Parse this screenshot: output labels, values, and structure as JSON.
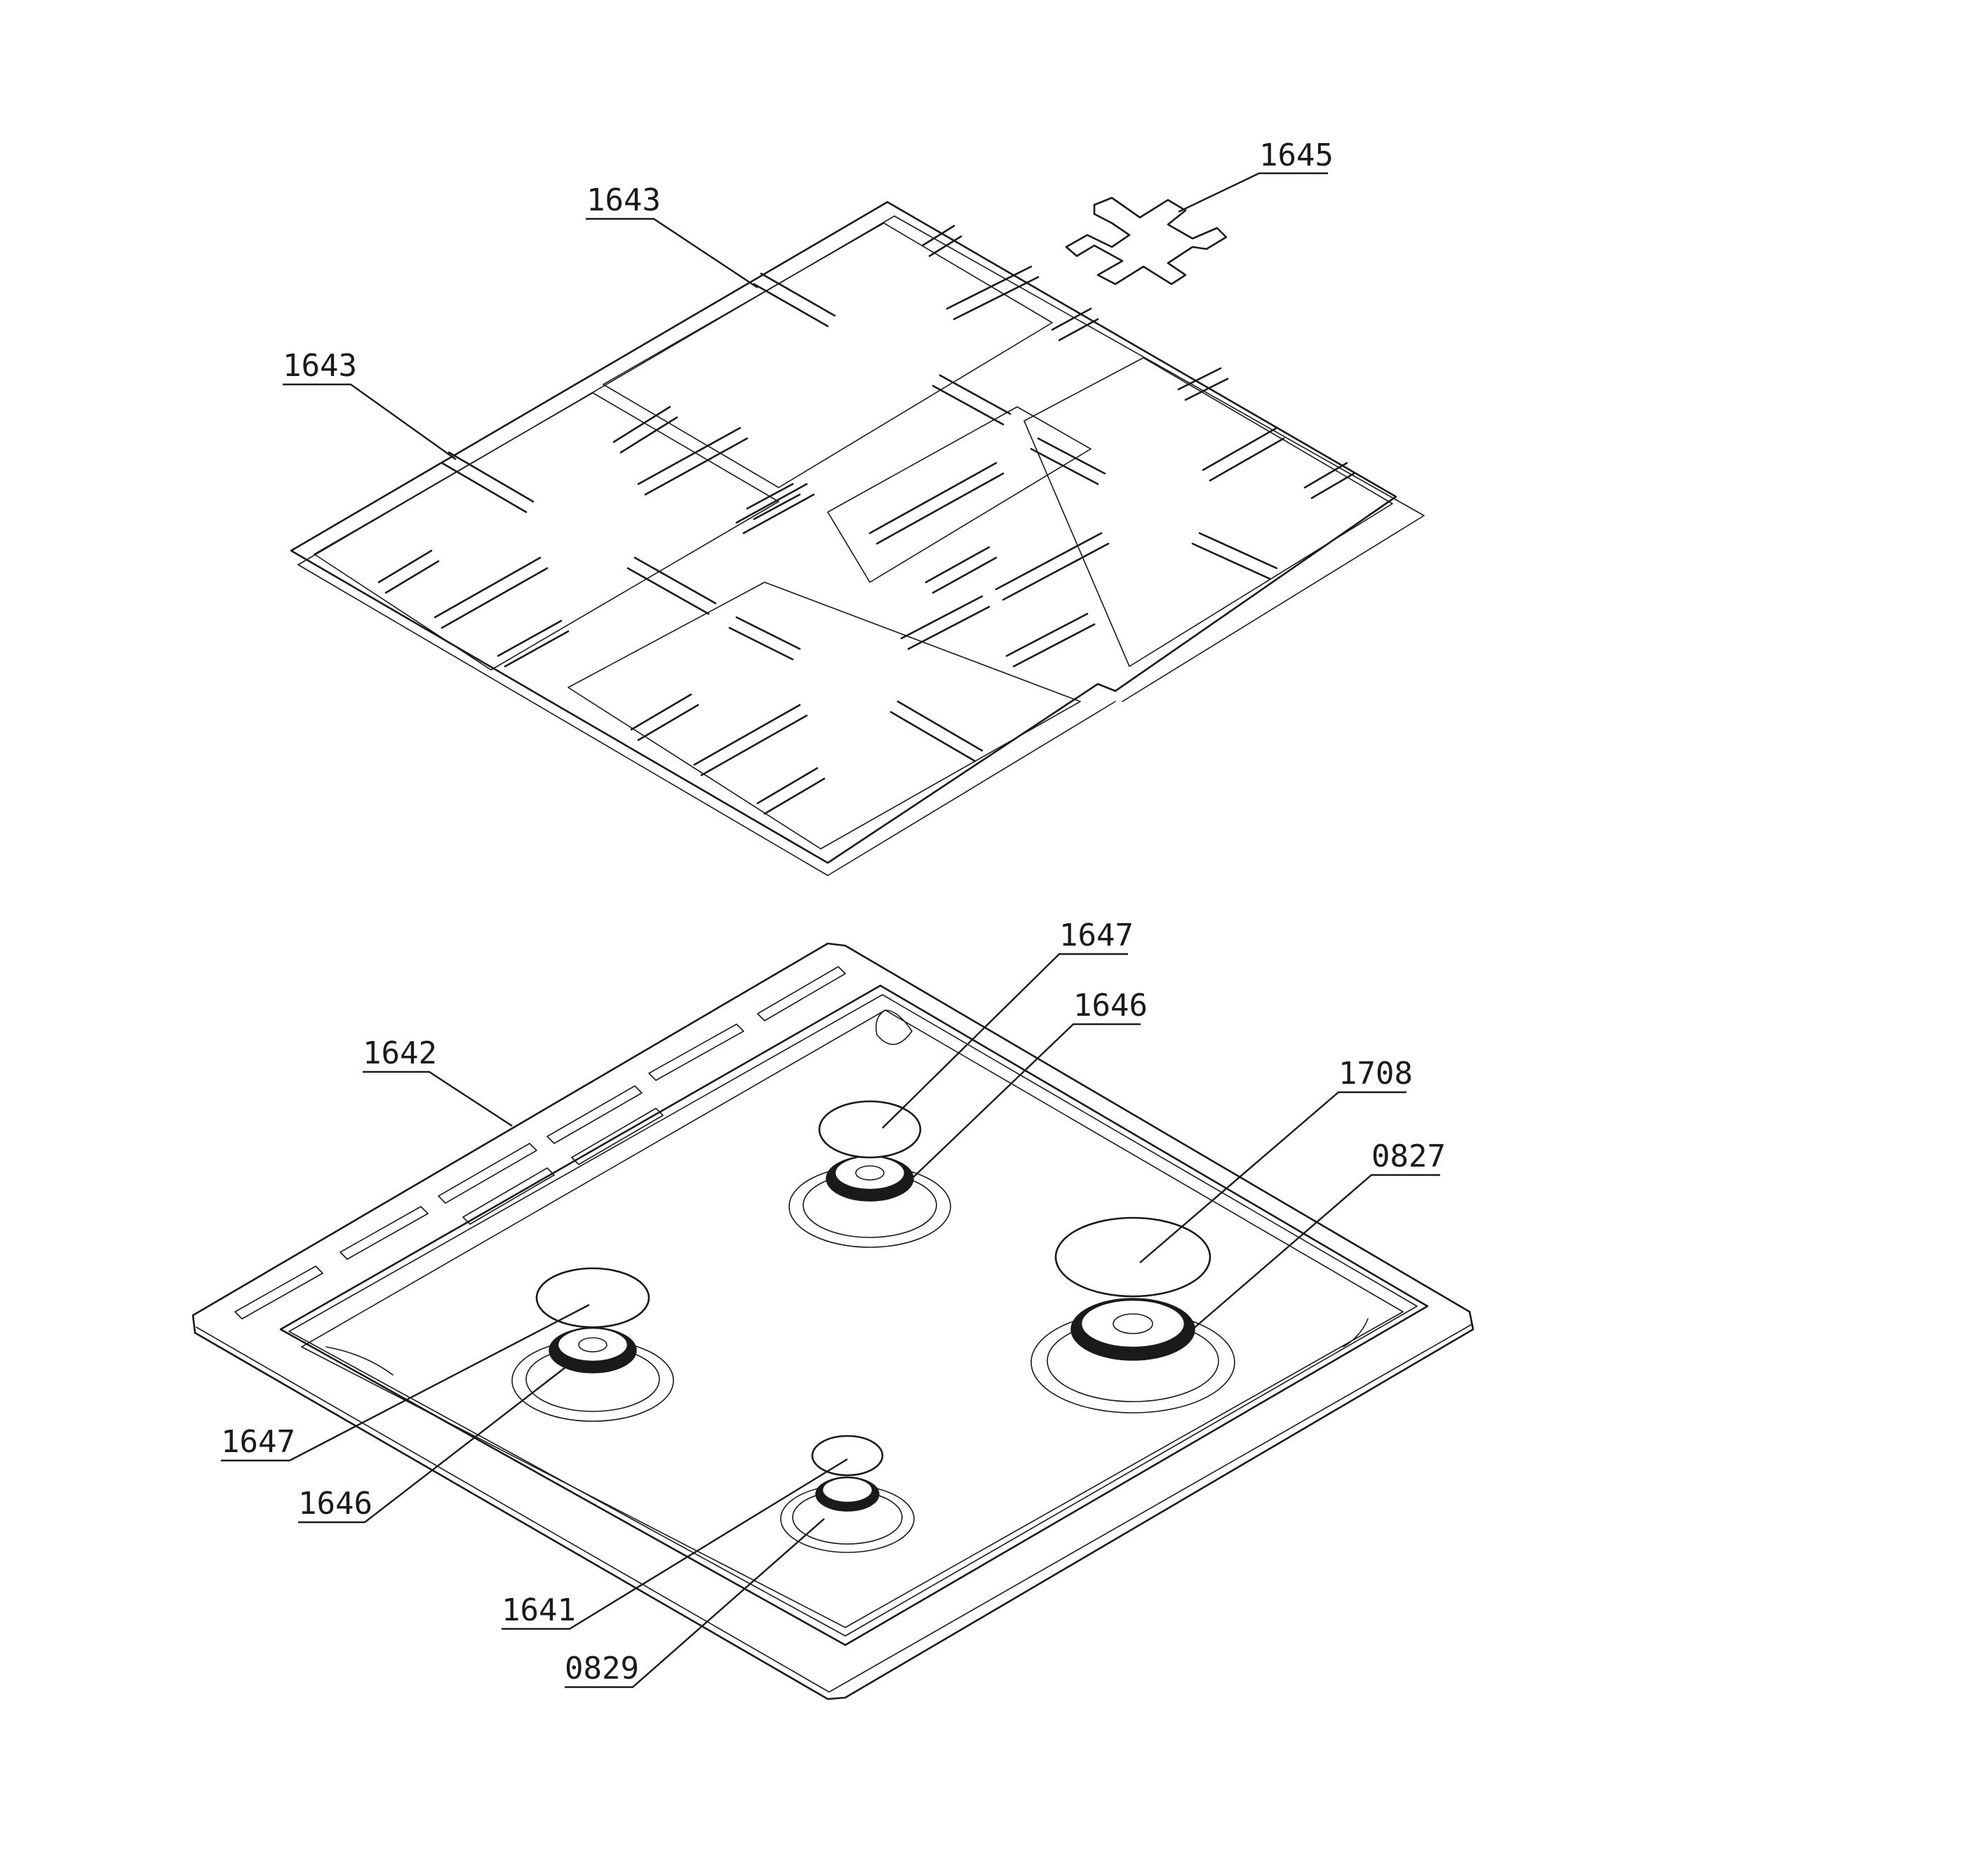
{
  "callouts": [
    {
      "id": "grate-top",
      "label": "1643"
    },
    {
      "id": "grate-left",
      "label": "1643"
    },
    {
      "id": "cross-support",
      "label": "1645"
    },
    {
      "id": "hob-panel",
      "label": "1642"
    },
    {
      "id": "cap-top",
      "label": "1647"
    },
    {
      "id": "head-top",
      "label": "1646"
    },
    {
      "id": "cap-large",
      "label": "1708"
    },
    {
      "id": "burner-large",
      "label": "0827"
    },
    {
      "id": "cap-left",
      "label": "1647"
    },
    {
      "id": "head-left",
      "label": "1646"
    },
    {
      "id": "cap-small",
      "label": "1641"
    },
    {
      "id": "burner-small",
      "label": "0829"
    }
  ],
  "colors": {
    "line": "#1a1a1a",
    "background": "#ffffff"
  }
}
